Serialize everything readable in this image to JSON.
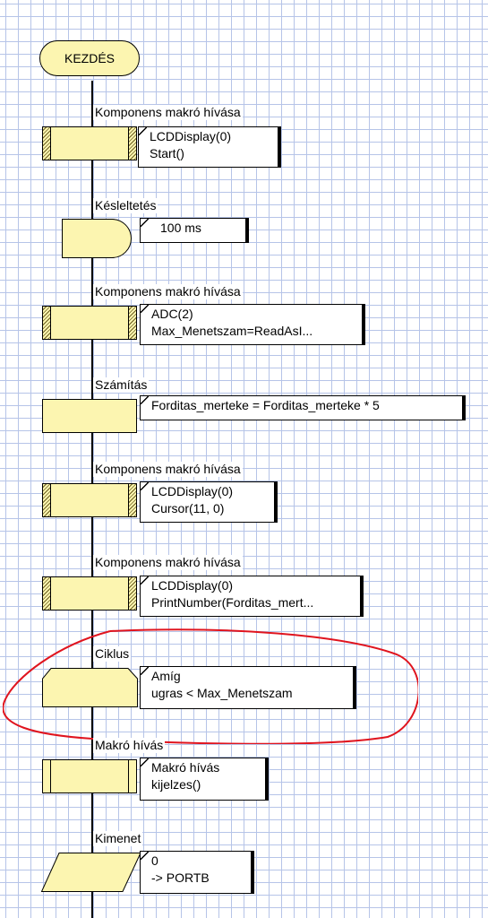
{
  "start": {
    "label": "KEZDÉS"
  },
  "blocks": [
    {
      "title": "Komponens makró hívása",
      "lines": [
        "LCDDisplay(0)",
        "Start()"
      ]
    },
    {
      "title": "Késleltetés",
      "lines": [
        "100 ms"
      ]
    },
    {
      "title": "Komponens makró hívása",
      "lines": [
        "ADC(2)",
        "Max_Menetszam=ReadAsI..."
      ]
    },
    {
      "title": "Számítás",
      "lines": [
        "Forditas_merteke = Forditas_merteke * 5"
      ]
    },
    {
      "title": "Komponens makró hívása",
      "lines": [
        "LCDDisplay(0)",
        "Cursor(11, 0)"
      ]
    },
    {
      "title": "Komponens makró hívása",
      "lines": [
        "LCDDisplay(0)",
        "PrintNumber(Forditas_mert..."
      ]
    },
    {
      "title": "Ciklus",
      "lines": [
        "Amíg",
        "ugras < Max_Menetszam"
      ]
    },
    {
      "title": "Makró hívás",
      "lines": [
        "Makró hívás",
        "kijelzes()"
      ]
    },
    {
      "title": "Kimenet",
      "lines": [
        "0",
        "-> PORTB"
      ]
    }
  ],
  "colors": {
    "block_fill": "#fcf5b0",
    "grid": "#b6c4e8",
    "annotation": "#e0141e"
  }
}
